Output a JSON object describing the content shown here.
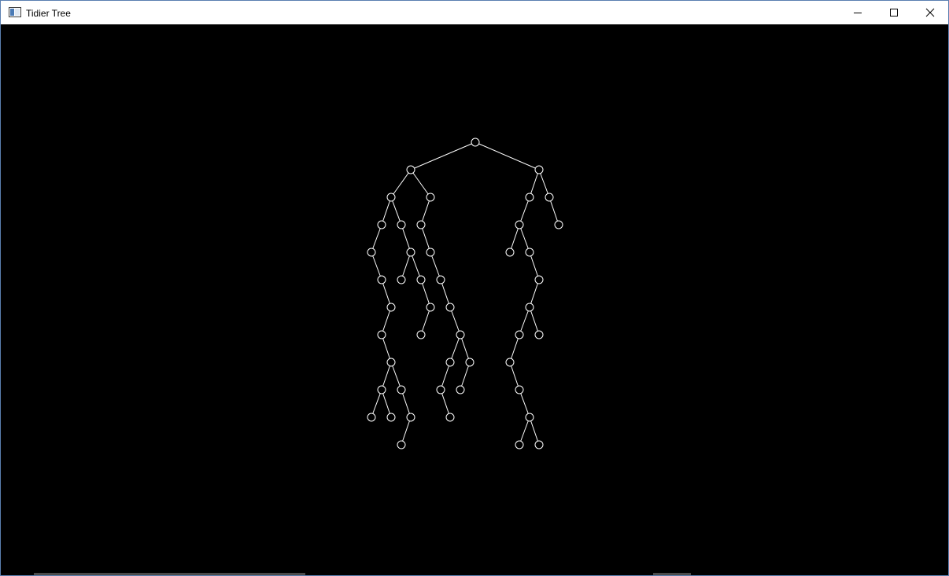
{
  "window": {
    "title": "Tidier Tree",
    "icon": "app-window-icon",
    "buttons": [
      {
        "name": "minimize-button",
        "icon": "minimize-icon"
      },
      {
        "name": "maximize-button",
        "icon": "maximize-icon"
      },
      {
        "name": "close-button",
        "icon": "close-icon"
      }
    ]
  },
  "colors": {
    "canvas_background": "#000000",
    "tree_stroke": "#ffffff",
    "titlebar": "#ffffff"
  }
}
